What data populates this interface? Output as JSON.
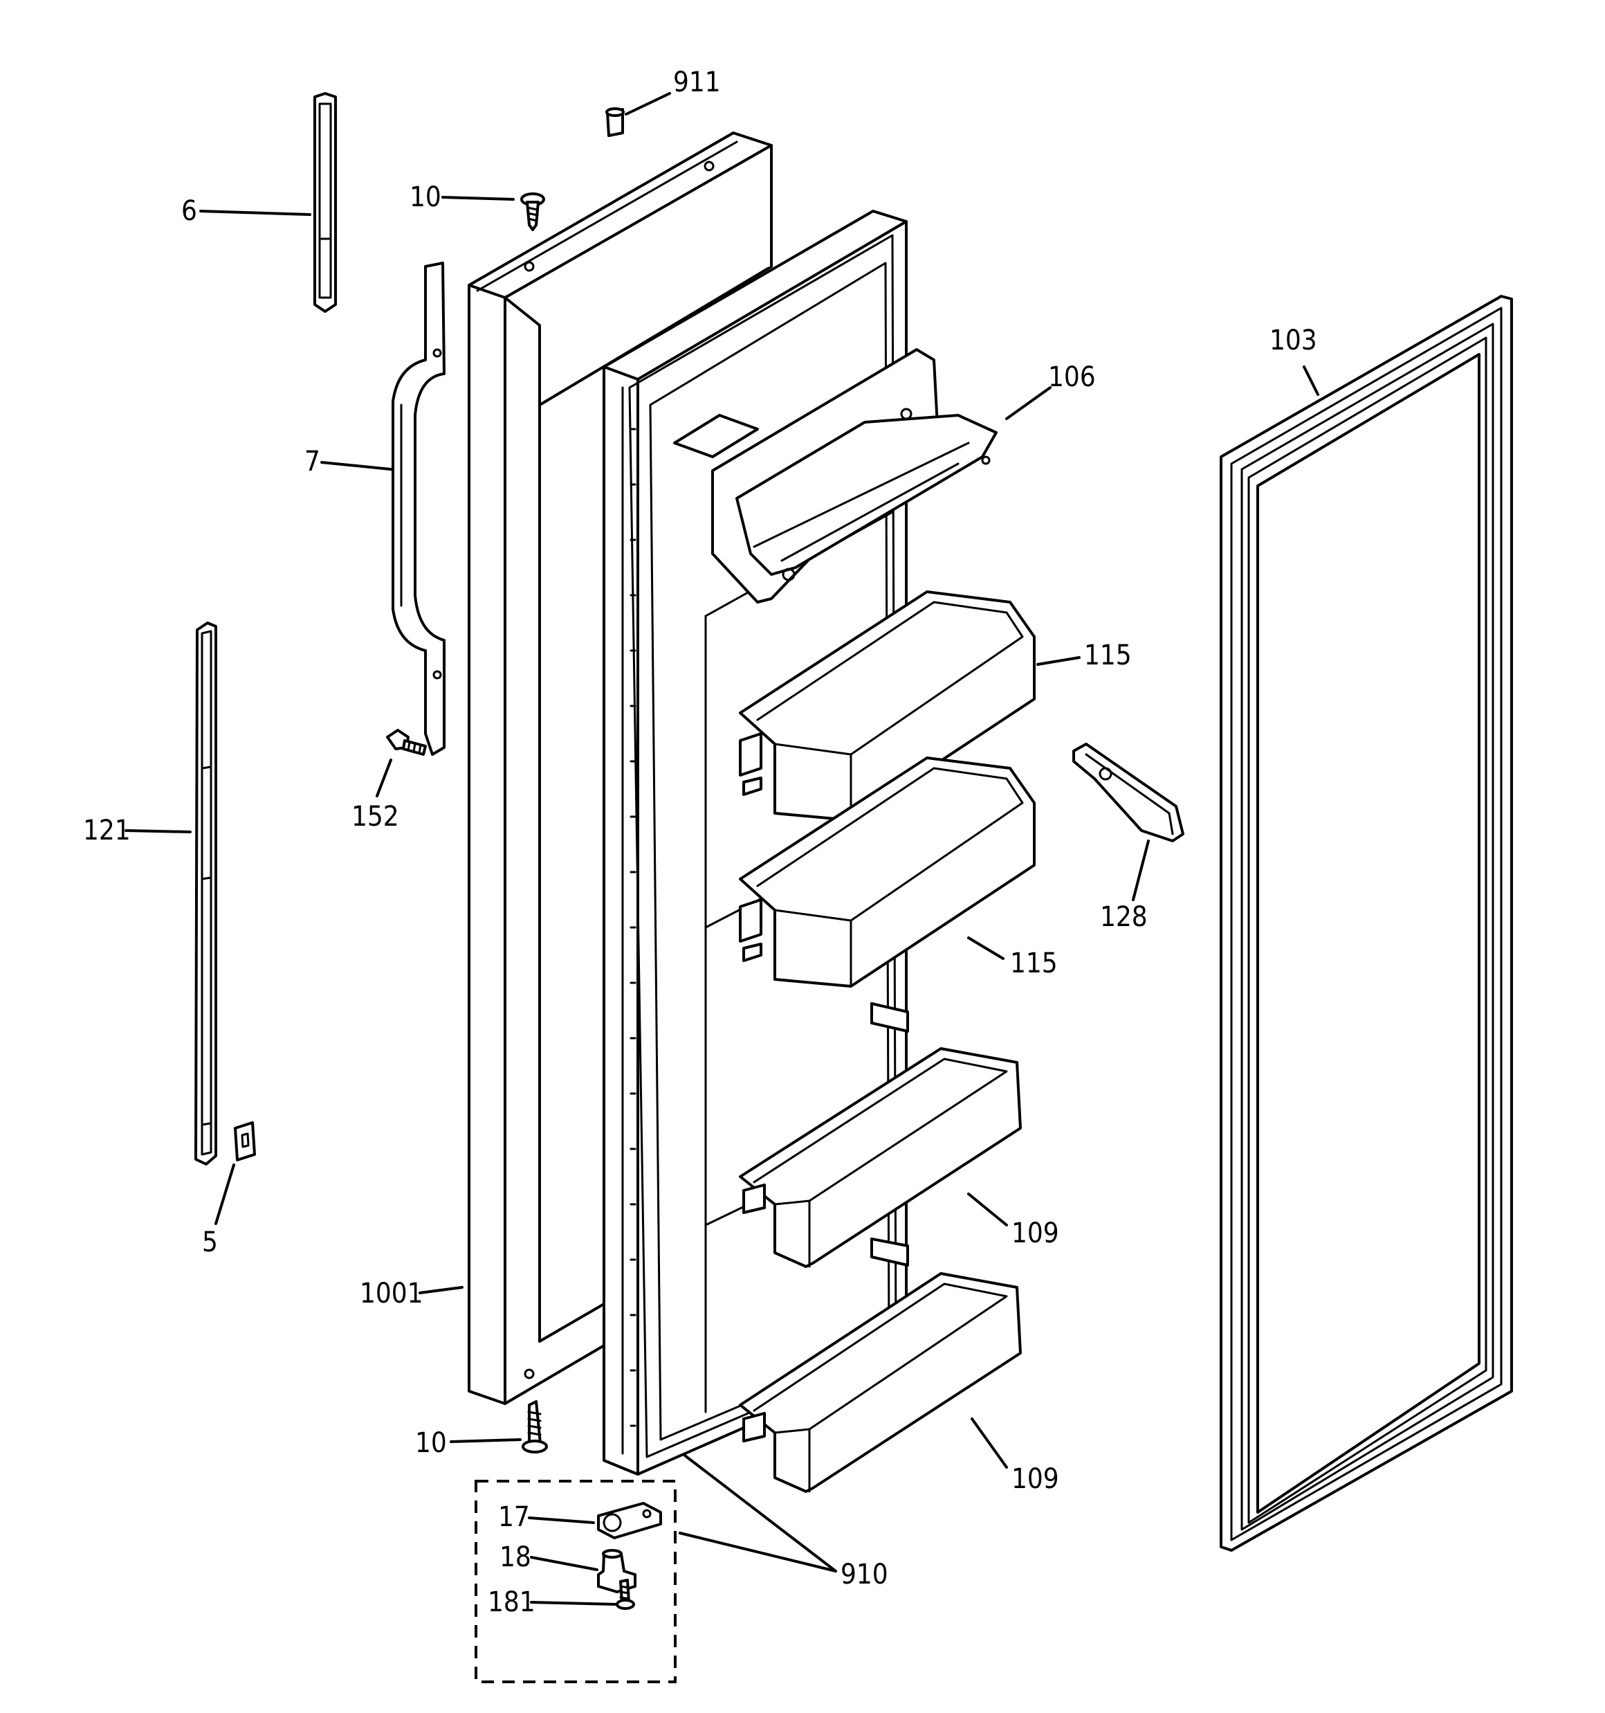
{
  "diagram": {
    "callouts": [
      {
        "id": "911",
        "text": "911"
      },
      {
        "id": "10-top",
        "text": "10"
      },
      {
        "id": "6",
        "text": "6"
      },
      {
        "id": "7",
        "text": "7"
      },
      {
        "id": "152",
        "text": "152"
      },
      {
        "id": "121",
        "text": "121"
      },
      {
        "id": "5",
        "text": "5"
      },
      {
        "id": "1001",
        "text": "1001"
      },
      {
        "id": "10-bottom",
        "text": "10"
      },
      {
        "id": "17",
        "text": "17"
      },
      {
        "id": "18",
        "text": "18"
      },
      {
        "id": "181",
        "text": "181"
      },
      {
        "id": "910",
        "text": "910"
      },
      {
        "id": "106",
        "text": "106"
      },
      {
        "id": "115-upper",
        "text": "115"
      },
      {
        "id": "115-lower",
        "text": "115"
      },
      {
        "id": "109-upper",
        "text": "109"
      },
      {
        "id": "109-lower",
        "text": "109"
      },
      {
        "id": "103",
        "text": "103"
      },
      {
        "id": "128",
        "text": "128"
      }
    ]
  }
}
